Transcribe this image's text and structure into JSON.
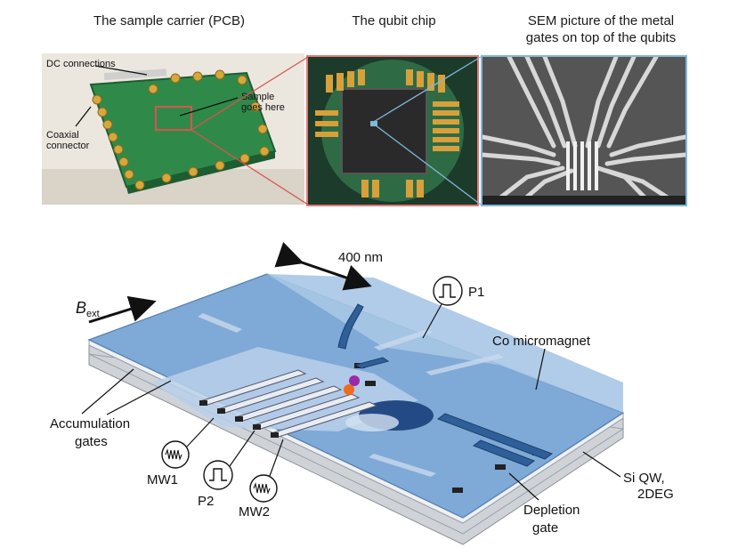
{
  "photos": {
    "pcb_title": "The sample carrier (PCB)",
    "chip_title": "The qubit chip",
    "sem_title_line1": "SEM picture of the metal",
    "sem_title_line2": "gates on top of the qubits",
    "pcb_labels": {
      "dc": "DC connections",
      "coax_line1": "Coaxial",
      "coax_line2": "connector",
      "sample_line1": "Sample",
      "sample_line2": "goes here"
    }
  },
  "diagram": {
    "scale": "400 nm",
    "field": "B",
    "field_sub": "ext",
    "p1": "P1",
    "p2": "P2",
    "mw1": "MW1",
    "mw2": "MW2",
    "micromagnet": "Co micromagnet",
    "accum_line1": "Accumulation",
    "accum_line2": "gates",
    "si_line1": "Si QW,",
    "si_line2": "2DEG",
    "depl_line1": "Depletion",
    "depl_line2": "gate"
  },
  "colors": {
    "pcb_green": "#2f8a4a",
    "magnet_blue": "#7fa9d6",
    "dot_purple": "#9b2aa8",
    "dot_orange": "#f06a1c",
    "callout_red": "#d9534f",
    "callout_teal": "#7fb8d9"
  }
}
